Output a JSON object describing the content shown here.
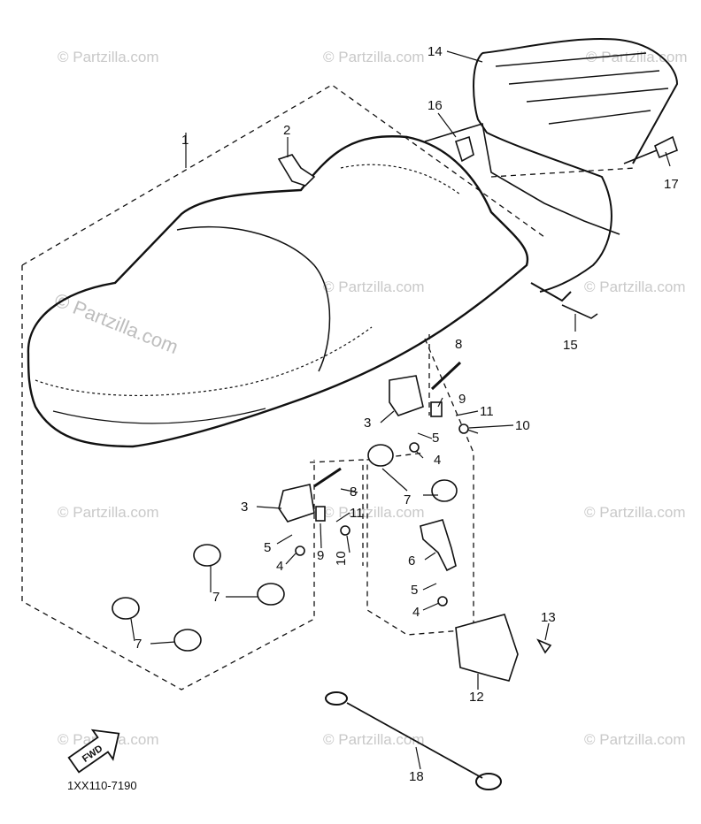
{
  "diagram": {
    "code": "1XX110-7190",
    "fwd_label": "FWD",
    "watermark": "© Partzilla.com",
    "callouts": [
      "1",
      "2",
      "3",
      "4",
      "5",
      "6",
      "7",
      "8",
      "9",
      "10",
      "11",
      "12",
      "13",
      "14",
      "15",
      "16",
      "17",
      "18"
    ]
  }
}
